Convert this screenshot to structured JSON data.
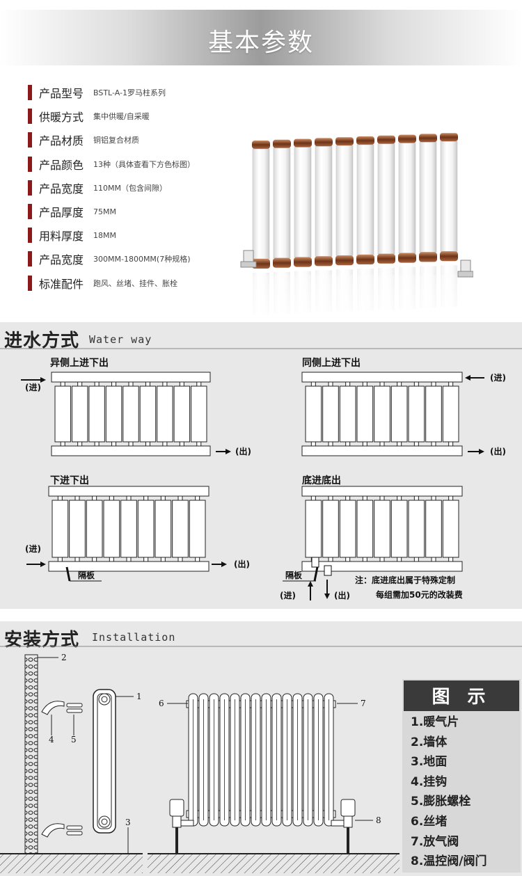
{
  "header": {
    "title": "基本参数"
  },
  "specs": [
    {
      "label": "产品型号",
      "value": "BSTL-A-1罗马柱系列"
    },
    {
      "label": "供暖方式",
      "value": "集中供暖/自采暖"
    },
    {
      "label": "产品材质",
      "value": "铜铝复合材质"
    },
    {
      "label": "产品颜色",
      "value": "13种（具体查看下方色标图）"
    },
    {
      "label": "产品宽度",
      "value": "110MM（包含间隙）"
    },
    {
      "label": "产品厚度",
      "value": "75MM"
    },
    {
      "label": "用料厚度",
      "value": "18MM"
    },
    {
      "label": "产品宽度",
      "value": "300MM-1800MM(7种规格)"
    },
    {
      "label": "标准配件",
      "value": "跑风、丝堵、挂件、胀栓"
    }
  ],
  "water_way": {
    "title": "进水方式",
    "subtitle": "Water way",
    "diagrams": [
      {
        "caption": "异侧上进下出"
      },
      {
        "caption": "同侧上进下出"
      },
      {
        "caption": "下进下出"
      },
      {
        "caption": "底进底出"
      }
    ],
    "in_label": "(进)",
    "out_label": "(出)",
    "partition_label": "隔板",
    "note_line1": "注：底进底出属于特殊定制",
    "note_line2": "每组需加50元的改装费"
  },
  "installation": {
    "title": "安装方式",
    "subtitle": "Installation",
    "numbers": [
      "1",
      "2",
      "3",
      "4",
      "5",
      "6",
      "7",
      "8"
    ],
    "legend_title": "图 示",
    "legend": [
      "1.暖气片",
      "2.墙体",
      "3.地面",
      "4.挂钩",
      "5.膨胀螺栓",
      "6.丝堵",
      "7.放气阀",
      "8.温控阀/阀门"
    ]
  },
  "colors": {
    "accent": "#8b1a1a",
    "copper": "#8a4a2a",
    "panel": "#e8e8e8"
  }
}
